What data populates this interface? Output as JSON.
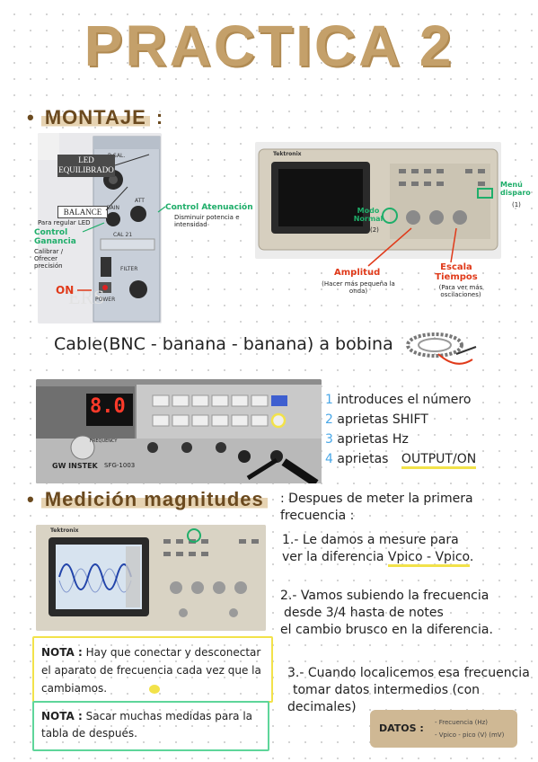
{
  "title": "PRACTICA 2",
  "montaje": {
    "heading": "MONTAJE",
    "labels": {
      "led": "LED EQUILIBRADO",
      "balance": "BALANCE",
      "balance_note": "Para regular LED",
      "control_atenuacion": "Control Atenuación",
      "atenuacion_note": "Disminuir potencia e intensidad",
      "control_ganancia": "Control Ganancia",
      "ganancia_note": "Calibrar / Ofrecer precisión",
      "on": "ON",
      "modo_normal": "Modo Normal",
      "modo_normal_num": "(2)",
      "menu_disparo": "Menú disparo",
      "menu_disparo_num": "(1)",
      "amplitud": "Amplitud",
      "amplitud_note": "(Hacer más pequeña la onda)",
      "escala": "Escala Tiempos",
      "escala_note": "(Para ver más oscilaciones)"
    },
    "oscilloscope_brand": "Tektronix",
    "panel_labels": [
      "B.SAL.",
      "ATT",
      "GAIN",
      "CAL 21",
      "FILTER",
      "POWER"
    ]
  },
  "cable": "Cable(BNC - banana - banana)  a bobina",
  "generator": {
    "display": "8.0",
    "brand": "GW INSTEK",
    "model": "SFG-1003",
    "frequency_label": "FREQUENCY",
    "steps": [
      {
        "n": "1",
        "text": "introduces el número"
      },
      {
        "n": "2",
        "text": "aprietas SHIFT"
      },
      {
        "n": "3",
        "text": "aprietas Hz"
      },
      {
        "n": "4",
        "text": "aprietas"
      }
    ],
    "output_on": "OUTPUT/ON"
  },
  "medicion": {
    "heading": "Medición magnitudes",
    "intro": "Despues de meter la primera frecuencia :",
    "step1a": "1.- Le damos a mesure para",
    "step1b": "ver la diferencia",
    "step1_hl": "Vpico - Vpico",
    "step2a": "2.- Vamos subiendo la frecuencia",
    "step2b": "desde 3/4 hasta de notes",
    "step2c": "el cambio brusco en la diferencia.",
    "step3a": "3.- Cuando localicemos esa frecuencia",
    "step3b": "tomar datos intermedios (con",
    "step3c": "decimales)",
    "datos_label": "DATOS :",
    "datos_items": [
      "- Frecuencia (Hz)",
      "- Vpico - pico (V) (mV)"
    ],
    "nota1_label": "NOTA :",
    "nota1_text": "Hay que conectar y desconectar el aparato de frecuencia cada vez que la cambiamos.",
    "nota2_label": "NOTA :",
    "nota2_text": "Sacar muchas medidas para la tabla de después."
  },
  "colors": {
    "title": "#c4a06a",
    "heading": "#6b4a1f",
    "green": "#1fae6a",
    "red": "#e03a1a",
    "yellow": "#f2e24a",
    "datos_box": "#cfb894"
  }
}
